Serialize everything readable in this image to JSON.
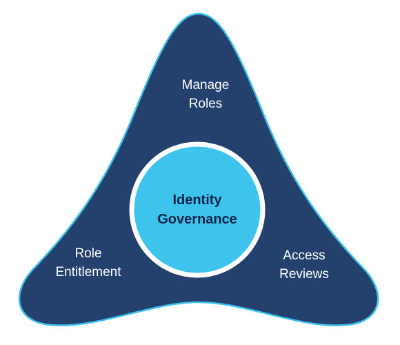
{
  "diagram": {
    "center": {
      "label": "Identity\nGovernance"
    },
    "segments": [
      {
        "label": "Manage\nRoles"
      },
      {
        "label": "Role\nEntitlement"
      },
      {
        "label": "Access\nReviews"
      }
    ]
  },
  "colors": {
    "shape_fill": "#24416e",
    "shape_outline": "#3dc1ec",
    "circle_fill": "#3ec4ec",
    "circle_ring": "#ffffff",
    "center_text": "#0e2346",
    "segment_text": "#ffffff"
  }
}
